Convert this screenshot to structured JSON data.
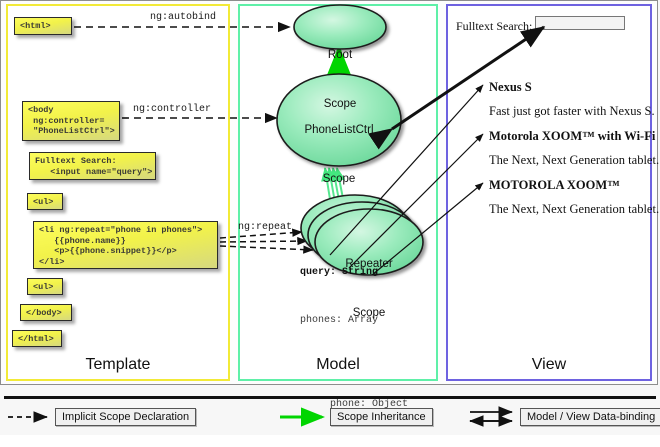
{
  "panels": {
    "template": {
      "label": "Template"
    },
    "model": {
      "label": "Model"
    },
    "view": {
      "label": "View"
    }
  },
  "template_boxes": [
    {
      "name": "html-open",
      "text": "<html>"
    },
    {
      "name": "body-open",
      "text": "<body\n ng:controller=\n \"PhoneListCtrl\">"
    },
    {
      "name": "fulltext-search",
      "text": "Fulltext Search:\n   <input name=\"query\">"
    },
    {
      "name": "ul-open",
      "text": "<ul>"
    },
    {
      "name": "li-repeat",
      "text": "<li ng:repeat=\"phone in phones\">\n   {{phone.name}}\n   <p>{{phone.snippet}}</p>\n</li>"
    },
    {
      "name": "ul-close",
      "text": "<ul>"
    },
    {
      "name": "body-close",
      "text": "</body>"
    },
    {
      "name": "html-close",
      "text": "</html>"
    }
  ],
  "edge_labels": {
    "autobind": "ng:autobind",
    "controller": "ng:controller",
    "repeat": "ng:repeat"
  },
  "scopes": {
    "root": {
      "title_line1": "Root",
      "title_line2": "Scope"
    },
    "phonelistctrl": {
      "title_line1": "PhoneListCtrl",
      "title_line2": "Scope",
      "prop1": "query: String",
      "prop2": "phones: Array"
    },
    "repeater": {
      "title_line1": "Repeater",
      "title_line2": "Scope",
      "prop1": "phone: Object"
    }
  },
  "view": {
    "search_label": "Fulltext Search:",
    "search_value": "",
    "items": [
      {
        "name": "Nexus S",
        "snippet": "Fast just got faster with Nexus S."
      },
      {
        "name": "Motorola XOOM™  with Wi-Fi",
        "snippet": "The Next, Next Generation tablet."
      },
      {
        "name": "MOTOROLA XOOM™",
        "snippet": "The Next, Next Generation tablet."
      }
    ]
  },
  "legend": [
    {
      "name": "implicit-scope-declaration",
      "label": "Implicit Scope Declaration",
      "style": "dashed-black"
    },
    {
      "name": "scope-inheritance",
      "label": "Scope Inheritance",
      "style": "solid-green"
    },
    {
      "name": "model-view-data-binding",
      "label": "Model / View Data-binding",
      "style": "double-black"
    }
  ],
  "colors": {
    "template_border": "#f2ea37",
    "model_border": "#5ff0a8",
    "view_border": "#6e62e0",
    "scope_fill": "#79e3a3",
    "codebox_fill": "#f5f54f",
    "inheritance_arrow": "#00dd00"
  }
}
